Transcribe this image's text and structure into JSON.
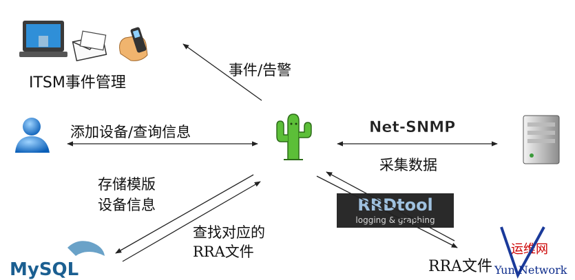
{
  "nodes": {
    "itsm_title": "ITSM事件管理",
    "mysql_logo": "MySQL",
    "rrdtool_title": "RRDtool",
    "rrdtool_sub": "logging & graphing",
    "netsnmp_logo": "Net-SNMP",
    "rra_file": "RRA文件"
  },
  "edges": {
    "event_alarm": "事件/告警",
    "add_device": "添加设备/查询信息",
    "collect_data": "采集数据",
    "store_line1": "存储模版",
    "store_line2": "设备信息",
    "find_line1": "查找对应的",
    "find_line2": "RRA文件"
  },
  "watermark": {
    "cn": "运维网",
    "en": "Yun Network"
  },
  "icons": [
    "monitor-icon",
    "envelope-icon",
    "phone-icon",
    "user-icon",
    "cactus-icon",
    "server-icon",
    "dolphin-icon"
  ]
}
